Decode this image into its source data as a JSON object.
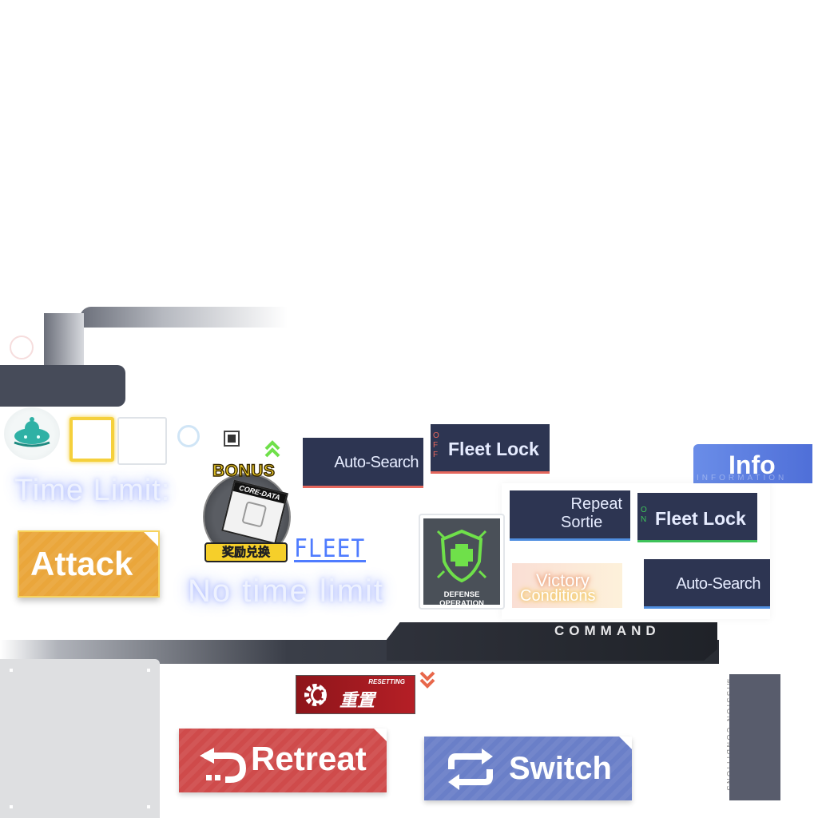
{
  "labels": {
    "time_limit": "Time Limit:",
    "no_time_limit": "No time limit",
    "bonus": "BONUS",
    "core_data": "CORE-DATA",
    "reward_exchange": "奖励兑换",
    "fleet": "FLEET",
    "auto_search": "Auto-Search",
    "off": "OFF",
    "on": "ON",
    "fleet_lock": "Fleet Lock",
    "info": "Info",
    "information": "INFORMATION",
    "repeat_sortie_line1": "Repeat",
    "repeat_sortie_line2": "Sortie",
    "defense_operation": "DEFENSE OPERATION",
    "victory_line1": "Victory",
    "victory_line2": "Conditions",
    "command": "COMMAND",
    "resetting": "RESETTING",
    "reset_cn": "重置",
    "attack": "Attack",
    "retreat": "Retreat",
    "switch": "Switch",
    "mission_conditions": "MISSION CONDITIONS"
  },
  "colors": {
    "navy": "#2d3552",
    "attack": "#e9a53a",
    "retreat": "#d04a4a",
    "switch": "#6a7fc8",
    "info": "#5e7fe0",
    "defense_green": "#6fe04a",
    "reset_red": "#b01e24"
  },
  "icons": {
    "bell_icon": "teal-ship-silhouette",
    "chevron_up": "double-chevron-up-green",
    "chevron_down": "double-chevron-down-orange"
  }
}
